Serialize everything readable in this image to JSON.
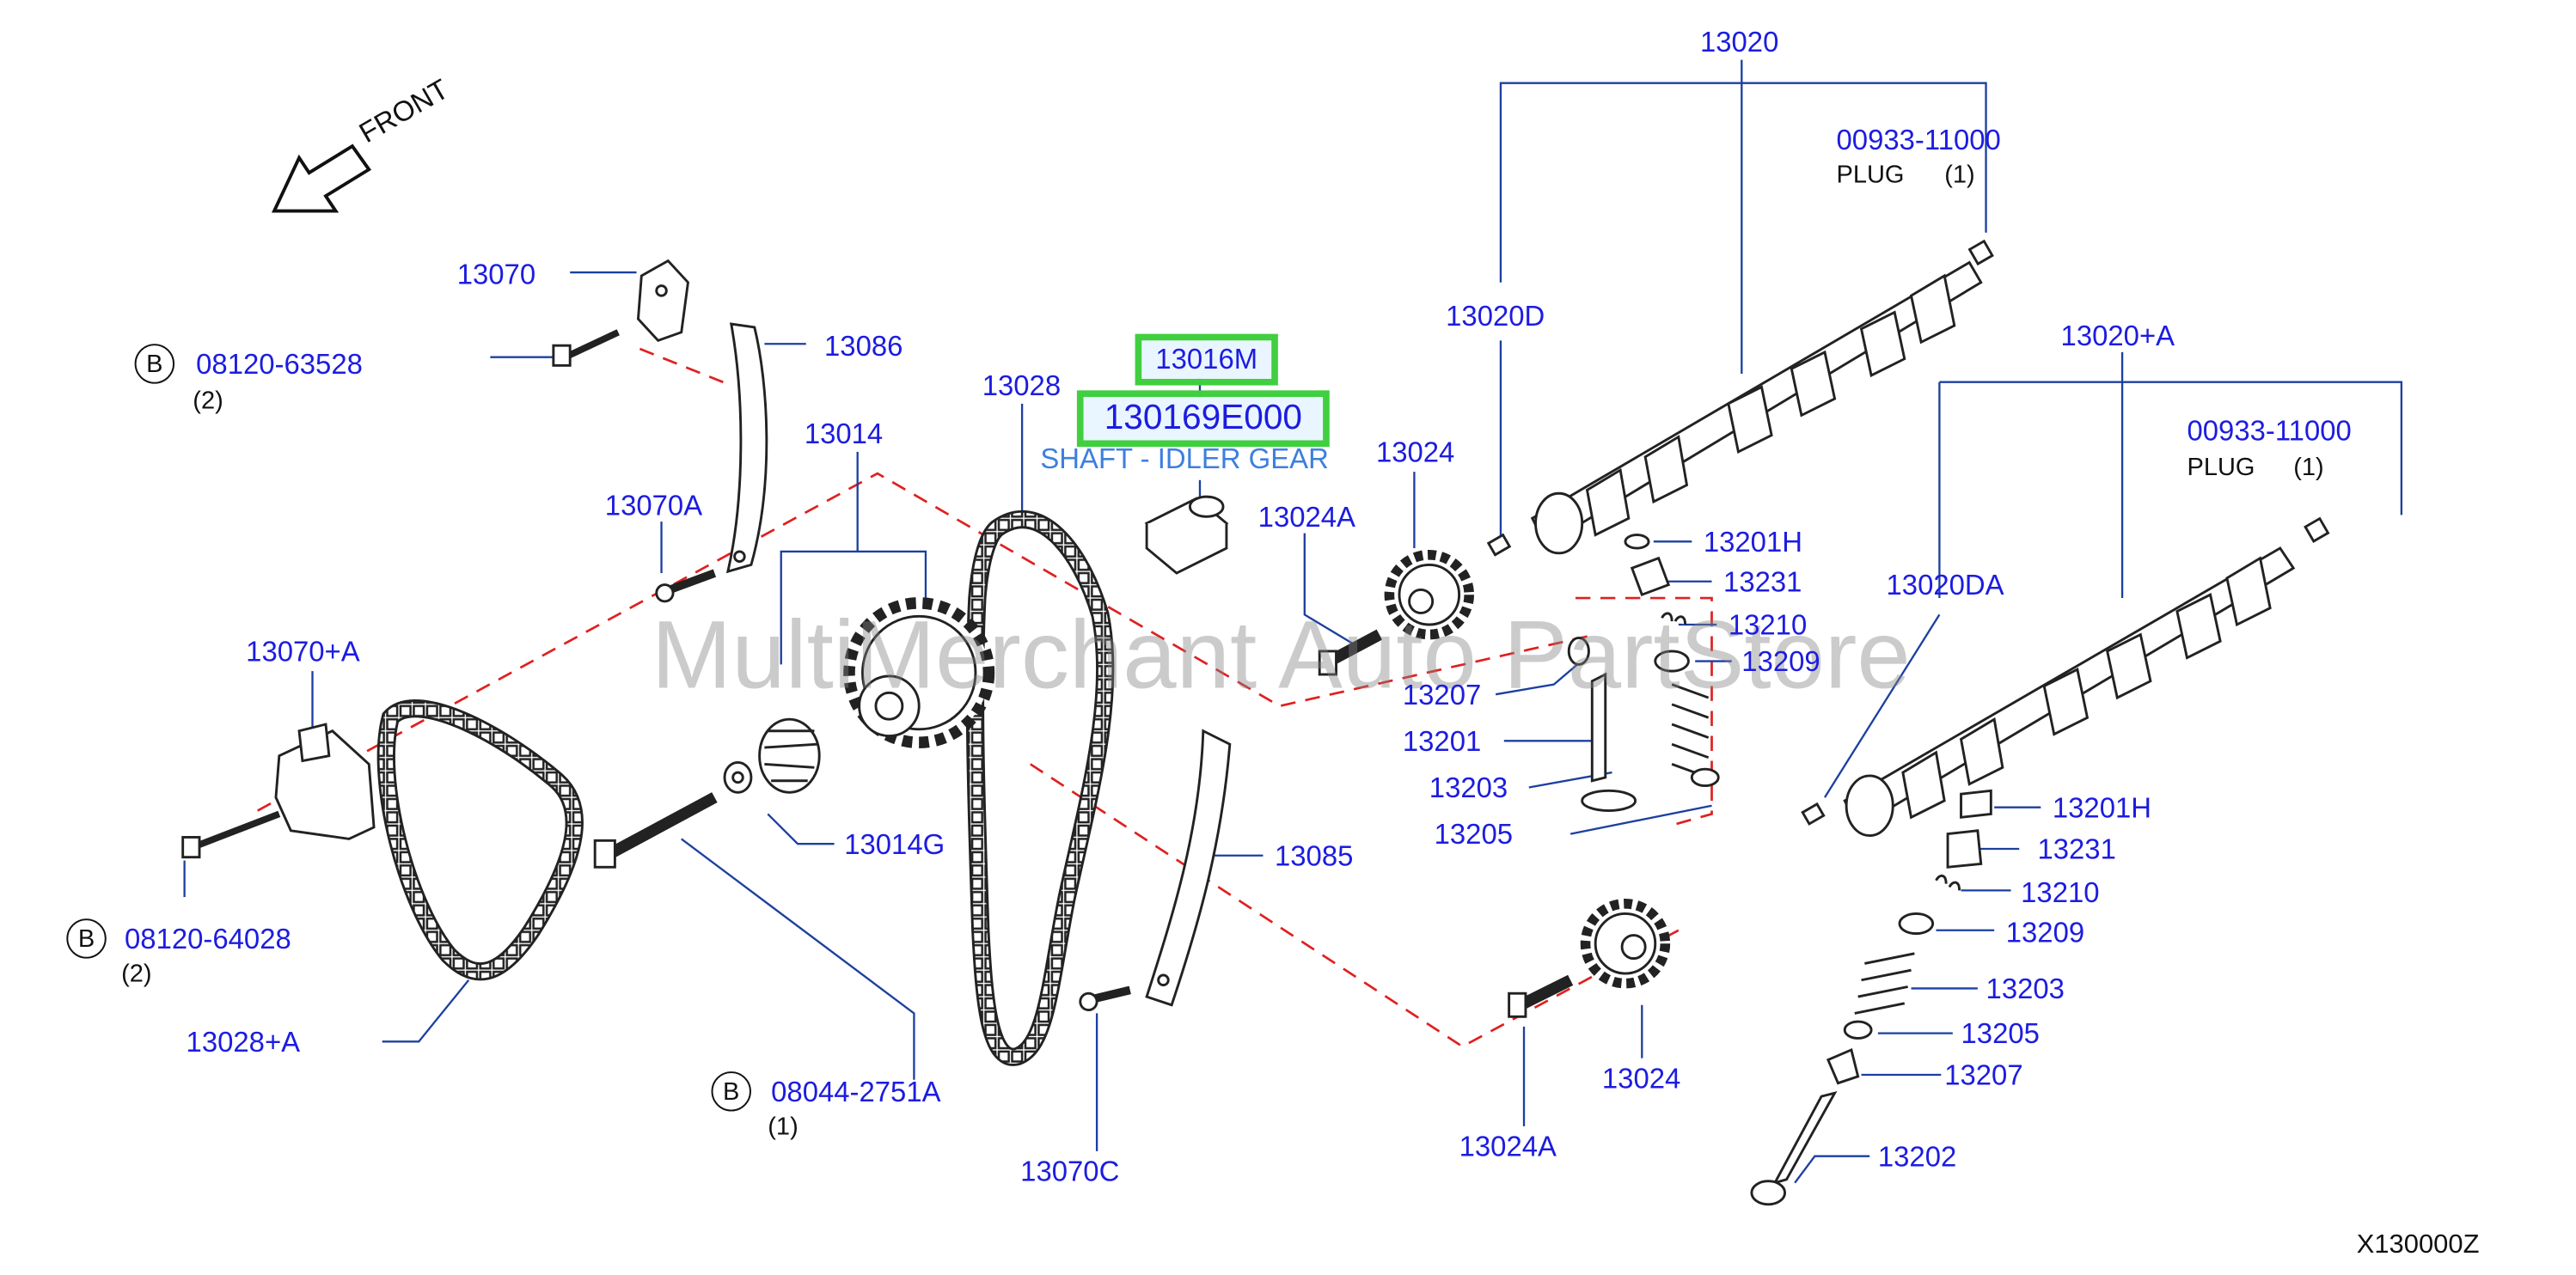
{
  "diagram_code": "X130000Z",
  "watermark": "MultiMerchant Auto PartStore",
  "front_label": "FRONT",
  "highlight": {
    "part_ref": "13016M",
    "part_number": "130169E000",
    "description": "SHAFT - IDLER GEAR",
    "color": "#3fcf3f"
  },
  "labels": {
    "13020": "13020",
    "plug1_num": "00933-11000",
    "plug1_name": "PLUG",
    "plug1_qty": "(1)",
    "13020D": "13020D",
    "13020A": "13020+A",
    "plug2_num": "00933-11000",
    "plug2_name": "PLUG",
    "plug2_qty": "(1)",
    "13020DA": "13020DA",
    "13070": "13070",
    "b1_part": "08120-63528",
    "b1_qty": "(2)",
    "13086": "13086",
    "13028": "13028",
    "13014": "13014",
    "13070A": "13070A",
    "13024_top": "13024",
    "13024A_top": "13024A",
    "13201H_r": "13201H",
    "13231_r": "13231",
    "13210_r": "13210",
    "13209_r": "13209",
    "13207_l": "13207",
    "13201_l": "13201",
    "13203_l": "13203",
    "13205_l": "13205",
    "13070pA": "13070+A",
    "13014G": "13014G",
    "13085": "13085",
    "b2_part": "08120-64028",
    "b2_qty": "(2)",
    "13028pA": "13028+A",
    "b3_part": "08044-2751A",
    "b3_qty": "(1)",
    "13070C": "13070C",
    "13024_bot": "13024",
    "13024A_bot": "13024A",
    "13201H_b": "13201H",
    "13231_b": "13231",
    "13210_b": "13210",
    "13209_b": "13209",
    "13203_b": "13203",
    "13205_b": "13205",
    "13207_b": "13207",
    "13202": "13202",
    "b_symbol": "B"
  },
  "colors": {
    "label": "#1c1ce0",
    "leader": "#1c3fa0",
    "centerline": "#e02020",
    "part": "#222222"
  }
}
